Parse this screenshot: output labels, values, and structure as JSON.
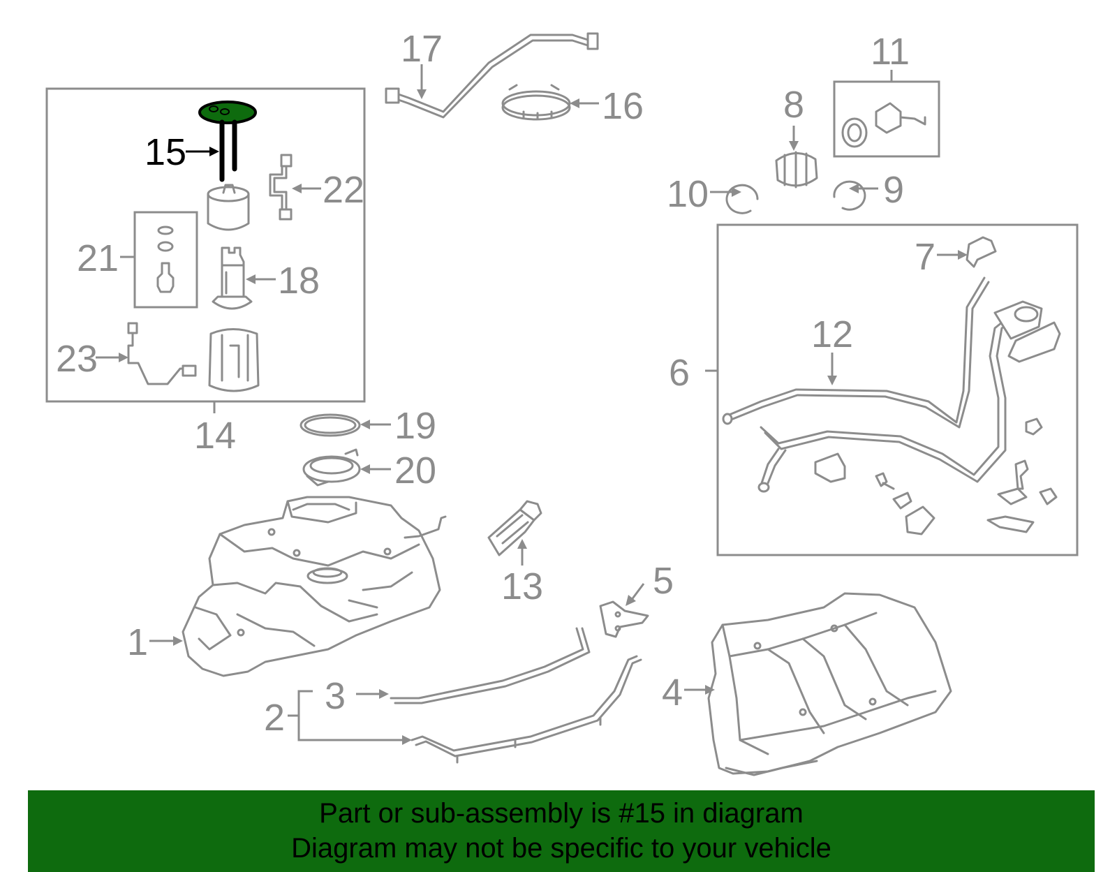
{
  "callouts": {
    "c1": "1",
    "c2": "2",
    "c3": "3",
    "c4": "4",
    "c5": "5",
    "c6": "6",
    "c7": "7",
    "c8": "8",
    "c9": "9",
    "c10": "10",
    "c11": "11",
    "c12": "12",
    "c13": "13",
    "c14": "14",
    "c15": "15",
    "c16": "16",
    "c17": "17",
    "c18": "18",
    "c19": "19",
    "c20": "20",
    "c21": "21",
    "c22": "22",
    "c23": "23"
  },
  "highlighted_part": "15",
  "banner": {
    "line1": "Part or sub-assembly is #15 in diagram",
    "line2": "Diagram may not be specific to your vehicle"
  },
  "colors": {
    "highlight": "#0e6b0e",
    "line_art": "#8c8c8c",
    "highlight_label": "#000000"
  }
}
